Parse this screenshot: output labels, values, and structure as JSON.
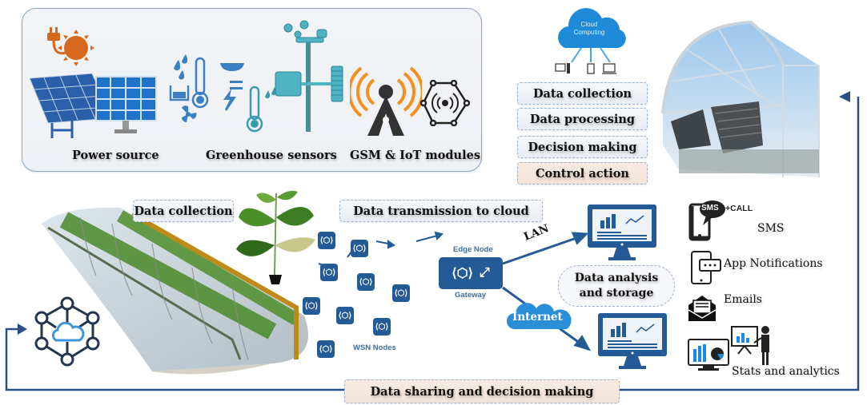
{
  "top_panel": {
    "labels": {
      "power_source": "Power source",
      "greenhouse_sensors": "Greenhouse sensors",
      "gsm_iot": "GSM & IoT modules"
    }
  },
  "cloud": {
    "label_line1": "Cloud",
    "label_line2": "Computing"
  },
  "process_steps": [
    {
      "label": "Data collection"
    },
    {
      "label": "Data processing"
    },
    {
      "label": "Decision making"
    },
    {
      "label": "Control action"
    }
  ],
  "middle": {
    "data_collection": "Data collection",
    "data_transmission": "Data transmission to cloud",
    "edge_node": "Edge Node",
    "gateway": "Gateway",
    "wsn_nodes": "WSN Nodes",
    "lan": "LAN",
    "internet": "Internet",
    "data_analysis_line1": "Data analysis",
    "data_analysis_line2": "and storage"
  },
  "outputs": {
    "sms_badge": "SMS",
    "sms_call": "+CALL",
    "sms": "SMS",
    "app_notifications": "App Notifications",
    "emails": "Emails",
    "stats": "Stats and analytics"
  },
  "footer": {
    "data_sharing": "Data sharing and decision making"
  },
  "colors": {
    "primary_blue": "#245a96",
    "cloud_blue": "#2a8fd6",
    "orange": "#d7691f",
    "teal": "#3a9bb0"
  }
}
